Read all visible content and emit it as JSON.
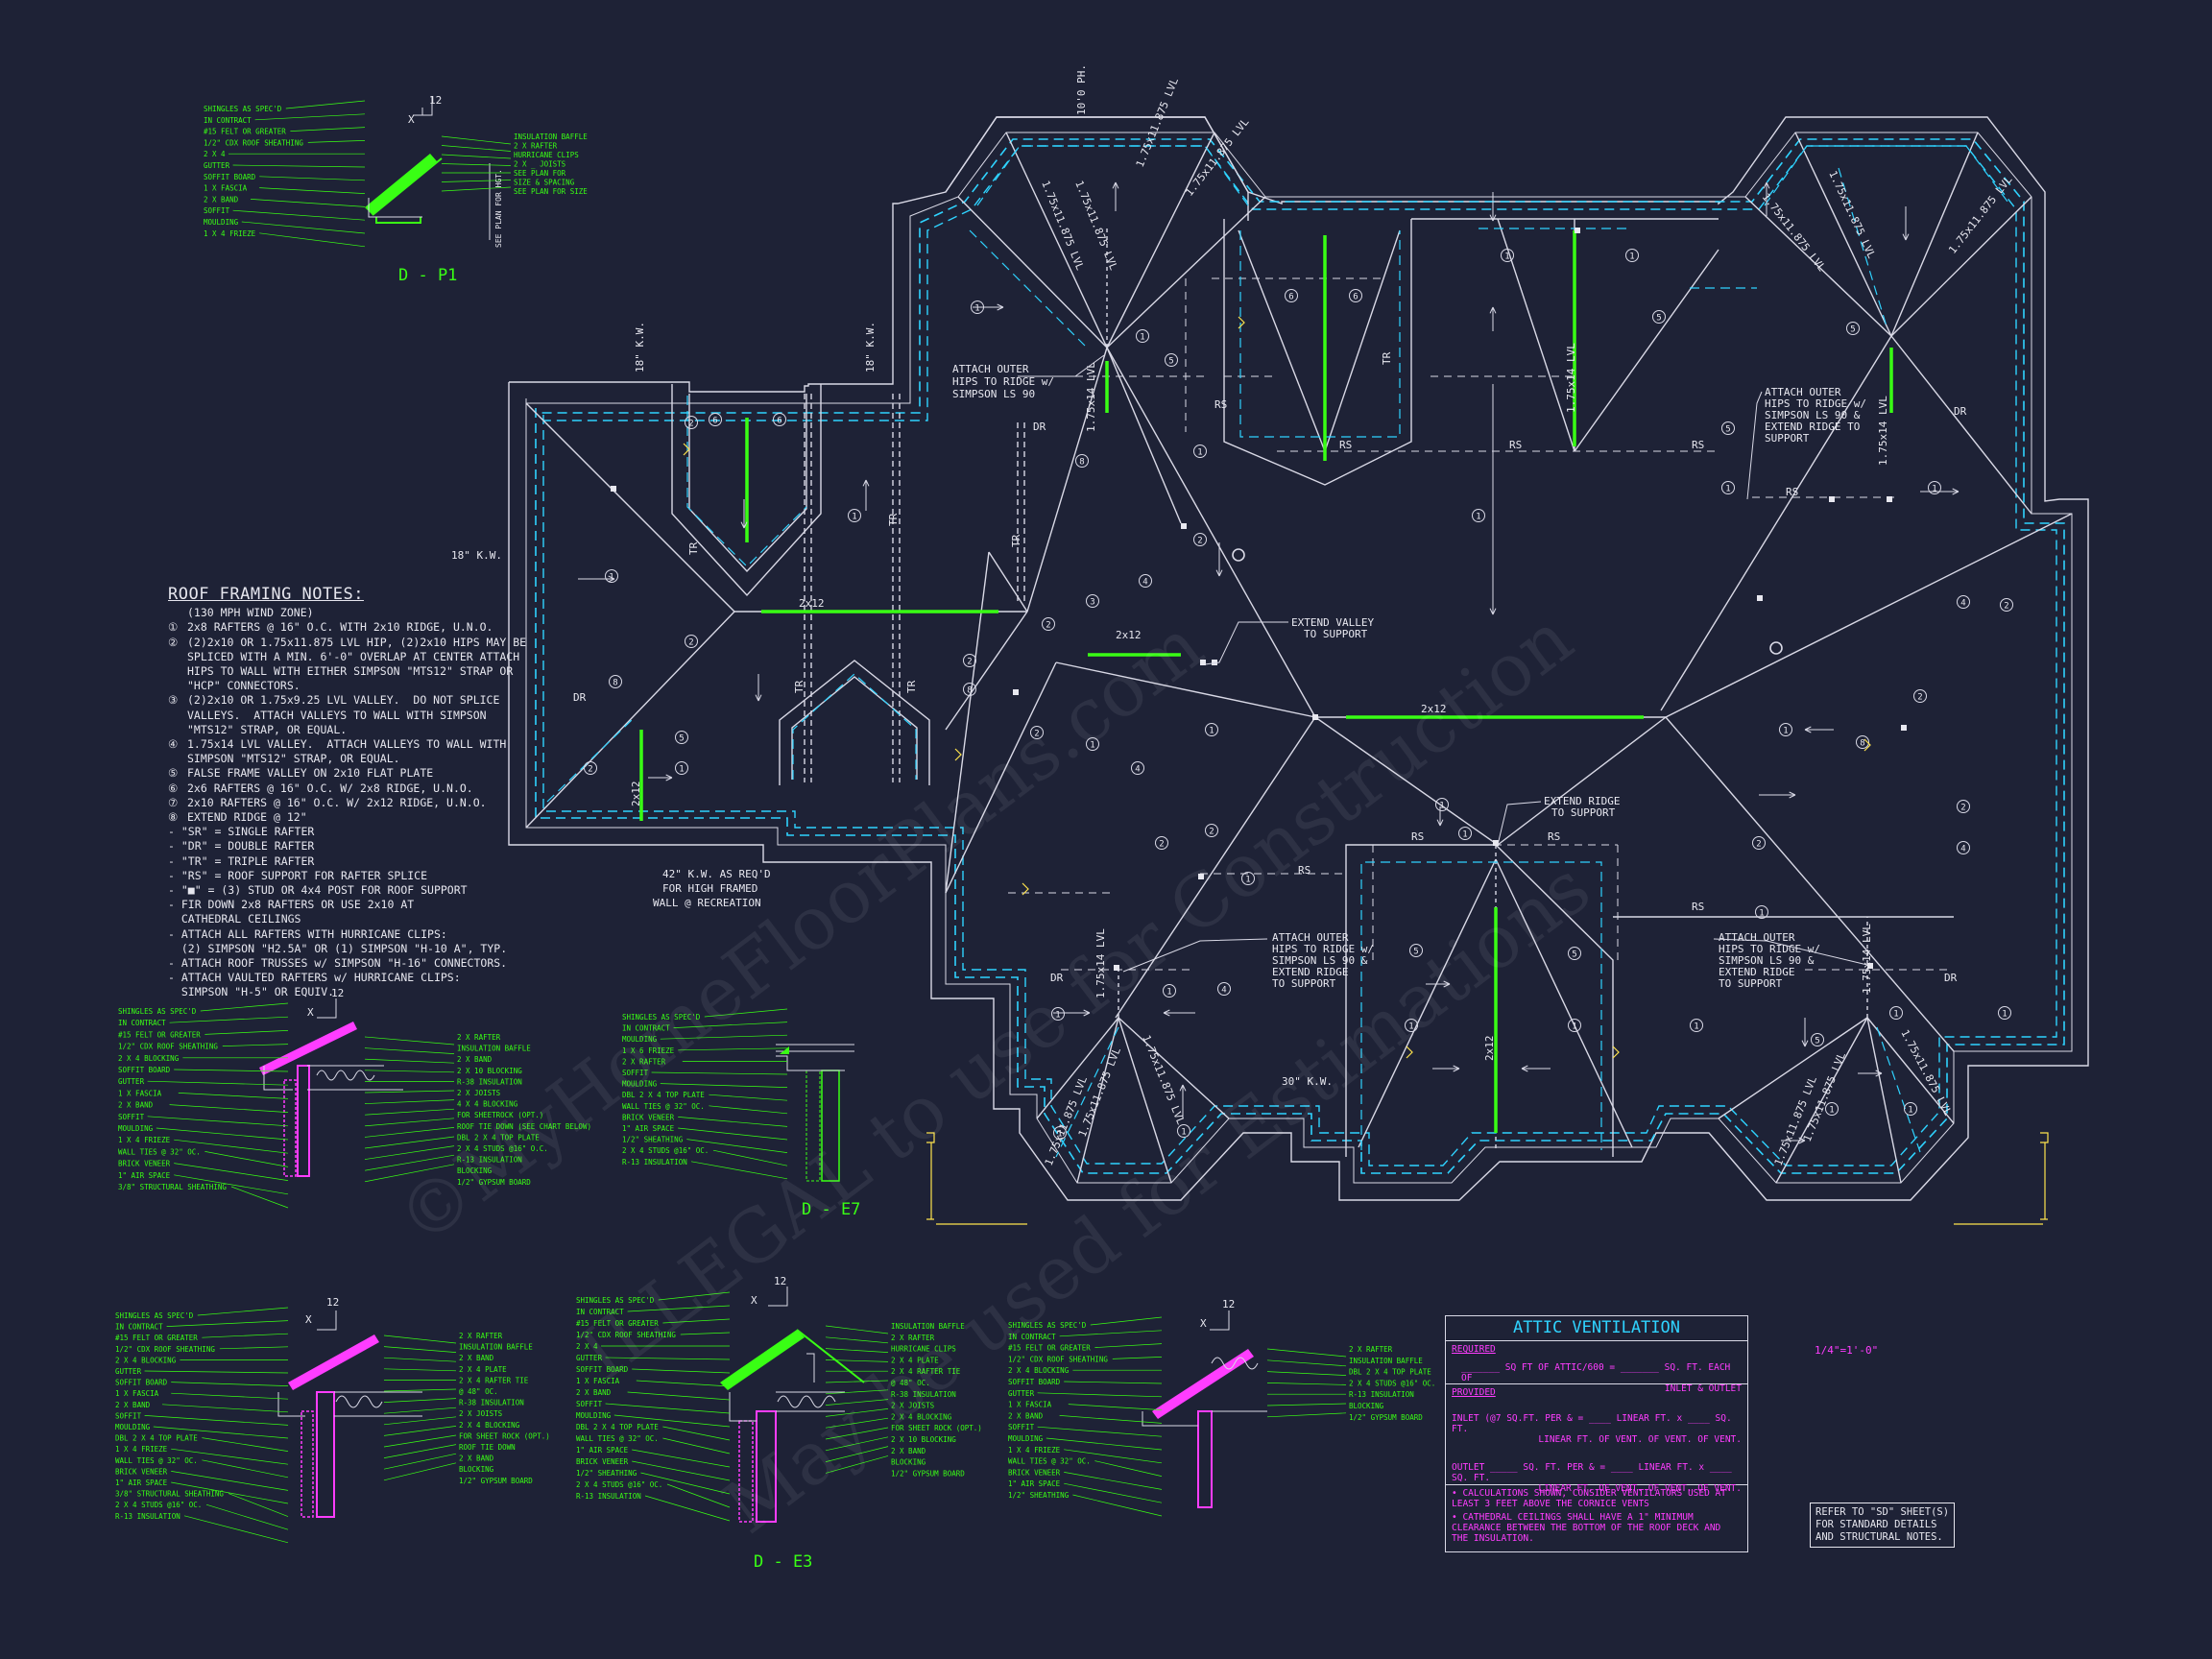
{
  "colors": {
    "background": "#1e2236",
    "line": "#d9d9e6",
    "green": "#39ff14",
    "magenta": "#ff3dff",
    "cyan": "#2fd3ff",
    "yellow": "#ffe44d"
  },
  "roof_notes": {
    "title": "ROOF FRAMING NOTES:",
    "subtitle": "(130 MPH WIND ZONE)",
    "items": [
      {
        "n": "①",
        "t": "2x8 RAFTERS @ 16\" O.C. WITH 2x10 RIDGE, U.N.O."
      },
      {
        "n": "②",
        "t": "(2)2x10 OR 1.75x11.875 LVL HIP, (2)2x10 HIPS MAY BE SPLICED WITH A MIN. 6'-0\" OVERLAP AT CENTER ATTACH HIPS TO WALL WITH EITHER SIMPSON \"MTS12\" STRAP OR \"HCP\" CONNECTORS."
      },
      {
        "n": "③",
        "t": "(2)2x10 OR 1.75x9.25 LVL VALLEY.  DO NOT SPLICE VALLEYS.  ATTACH VALLEYS TO WALL WITH SIMPSON \"MTS12\" STRAP, OR EQUAL."
      },
      {
        "n": "④",
        "t": "1.75x14 LVL VALLEY.  ATTACH VALLEYS TO WALL WITH SIMPSON \"MTS12\" STRAP, OR EQUAL."
      },
      {
        "n": "⑤",
        "t": "FALSE FRAME VALLEY ON 2x10 FLAT PLATE"
      },
      {
        "n": "⑥",
        "t": "2x6 RAFTERS @ 16\" O.C. W/ 2x8 RIDGE, U.N.O."
      },
      {
        "n": "⑦",
        "t": "2x10 RAFTERS @ 16\" O.C. W/ 2x12 RIDGE, U.N.O."
      },
      {
        "n": "⑧",
        "t": "EXTEND RIDGE @ 12\""
      }
    ],
    "bullets": [
      "- \"SR\" = SINGLE RAFTER",
      "- \"DR\" = DOUBLE RAFTER",
      "- \"TR\" = TRIPLE RAFTER",
      "- \"RS\" = ROOF SUPPORT FOR RAFTER SPLICE",
      "- \"■\" = (3) STUD OR 4x4 POST FOR ROOF SUPPORT",
      "- FIR DOWN 2x8 RAFTERS OR USE 2x10 AT\n  CATHEDRAL CEILINGS",
      "- ATTACH ALL RAFTERS WITH HURRICANE CLIPS:\n  (2) SIMPSON \"H2.5A\" OR (1) SIMPSON \"H-10 A\", TYP.",
      "- ATTACH ROOF TRUSSES w/ SIMPSON \"H-16\" CONNECTORS.",
      "- ATTACH VAULTED RAFTERS w/ HURRICANE CLIPS:\n  SIMPSON \"H-5\" OR EQUIV."
    ]
  },
  "plan_labels": {
    "ph": "10'0 PH.",
    "kw18a": "18\" K.W.",
    "kw18b": "18\" K.W.",
    "kw18c": "18\" K.W.",
    "kw30": "30\" K.W.",
    "kw42_1": "42\" K.W. AS REQ'D",
    "kw42_2": "FOR HIGH FRAMED",
    "kw42_3": "WALL @ RECREATION",
    "ridge2x12a": "2x12",
    "ridge2x12b": "2x12",
    "ridge2x12c": "2x12",
    "ridge2x12d": "2x12",
    "ridge2x12e": "2x12",
    "lvl": "1.75x14 LVL",
    "lvl875": "1.75x11.875 LVL",
    "dr": "DR",
    "rs": "RS",
    "tr": "TR",
    "attach1": [
      "ATTACH OUTER",
      "HIPS TO RIDGE w/",
      "SIMPSON LS 90"
    ],
    "attach2": [
      "ATTACH OUTER",
      "HIPS TO RIDGE w/",
      "SIMPSON LS 90 &",
      "EXTEND RIDGE TO",
      "SUPPORT"
    ],
    "attach3": [
      "ATTACH OUTER",
      "HIPS TO RIDGE w/",
      "SIMPSON LS 90 &",
      "EXTEND RIDGE",
      "TO SUPPORT"
    ],
    "attach4": [
      "ATTACH OUTER",
      "HIPS TO RIDGE w/",
      "SIMPSON LS 90 &",
      "EXTEND RIDGE",
      "TO SUPPORT"
    ],
    "ext_valley": [
      "EXTEND VALLEY",
      "TO SUPPORT"
    ],
    "ext_ridge": [
      "EXTEND RIDGE",
      "TO SUPPORT"
    ]
  },
  "details": {
    "dp1": {
      "title": "D - P1",
      "pitch": "12",
      "x": "X",
      "left": [
        "SHINGLES AS SPEC'D",
        "IN CONTRACT",
        "#15 FELT OR GREATER",
        "1/2\" CDX ROOF SHEATHING",
        "2 X 4",
        "GUTTER",
        "SOFFIT BOARD",
        "1 X   FASCIA",
        "2 X   BAND",
        "SOFFIT",
        "MOULDING",
        "1 X 4 FRIEZE"
      ],
      "right": [
        "INSULATION BAFFLE",
        "2 X    RAFTER",
        "HURRICANE CLIPS",
        "2 X _ JOISTS",
        "SEE PLAN FOR",
        "SIZE & SPACING",
        "SEE PLAN FOR SIZE"
      ],
      "vertical": "SEE PLAN FOR HGT."
    },
    "de7": {
      "title": "D - E7",
      "pitch": "12",
      "x": "X",
      "left": [
        "SHINGLES AS SPEC'D",
        "IN CONTRACT",
        "#15 FELT OR GREATER",
        "1/2\" CDX ROOF SHEATHING",
        "2 X 4 BLOCKING",
        "SOFFIT BOARD",
        "GUTTER",
        "1 X    FASCIA",
        "2 X    BAND",
        "SOFFIT",
        "MOULDING",
        "1 X 4 FRIEZE",
        "WALL TIES @ 32\" OC.",
        "BRICK VENEER",
        "1\" AIR SPACE",
        "3/8\" STRUCTURAL SHEATHING"
      ],
      "right": [
        "2 X    RAFTER",
        "INSULATION BAFFLE",
        "2 X    BAND",
        "2 X 10 BLOCKING",
        "R-38 INSULATION",
        "2 X    JOISTS",
        "4 X 4 BLOCKING",
        "FOR SHEETROCK (OPT.)",
        "ROOF TIE DOWN (SEE CHART BELOW)",
        "DBL 2 X 4 TOP PLATE",
        "2 X 4 STUDS @16\" O.C.",
        "R-13 INSULATION",
        "BLOCKING",
        "1/2\" GYPSUM BOARD"
      ]
    },
    "dmid": {
      "left": [
        "SHINGLES AS SPEC'D",
        "IN CONTRACT",
        "MOULDING",
        "1 X 6 FRIEZE",
        "2 X    RAFTER",
        "SOFFIT",
        "MOULDING",
        "DBL 2 X 4 TOP PLATE",
        "WALL TIES @ 32\" OC.",
        "BRICK VENEER",
        "1\" AIR SPACE",
        "1/2\" SHEATHING",
        "2 X 4 STUDS @16\" OC.",
        "R-13 INSULATION"
      ]
    },
    "dleft": {
      "pitch": "12",
      "x": "X",
      "left": [
        "SHINGLES AS SPEC'D",
        "IN CONTRACT",
        "#15 FELT OR GREATER",
        "1/2\" CDX ROOF SHEATHING",
        "2 X 4 BLOCKING",
        "GUTTER",
        "SOFFIT BOARD",
        "1 X   FASCIA",
        "2 X   BAND",
        "SOFFIT",
        "MOULDING",
        "DBL 2 X 4 TOP PLATE",
        "1 X 4 FRIEZE",
        "WALL TIES @ 32\" OC.",
        "BRICK VENEER",
        "1\" AIR SPACE",
        "3/8\" STRUCTURAL SHEATHING",
        "2 X 4 STUDS @16\" OC.",
        "R-13 INSULATION"
      ],
      "right": [
        "2 X    RAFTER",
        "INSULATION BAFFLE",
        "2 X    BAND",
        "2 X 4 PLATE",
        "2 X 4 RAFTER TIE",
        "@ 48\" OC.",
        "R-38 INSULATION",
        "2 X    JOISTS",
        "2 X 4 BLOCKING",
        "FOR SHEET ROCK (OPT.)",
        "ROOF TIE DOWN",
        "2 X    BAND",
        "BLOCKING",
        "1/2\" GYPSUM BOARD"
      ]
    },
    "de3": {
      "title": "D - E3",
      "pitch": "12",
      "x": "X",
      "left": [
        "SHINGLES AS SPEC'D",
        "IN CONTRACT",
        "#15 FELT OR GREATER",
        "1/2\" CDX ROOF SHEATHING",
        "2 X 4",
        "GUTTER",
        "SOFFIT BOARD",
        "1 X    FASCIA",
        "2 X    BAND",
        "SOFFIT",
        "MOULDING",
        "DBL 2 X 4 TOP PLATE",
        "WALL TIES @ 32\" OC.",
        "1\" AIR SPACE",
        "BRICK VENEER",
        "1/2\" SHEATHING",
        "2 X 4 STUDS @16\" OC.",
        "R-13 INSULATION"
      ],
      "right": [
        "INSULATION BAFFLE",
        "2 X     RAFTER",
        "HURRICANE CLIPS",
        "2 X 4 PLATE",
        "2 X 4 RAFTER TIE",
        "@ 48\" OC.",
        "R-38 INSULATION",
        "2 X    JOISTS",
        "2 X 4 BLOCKING",
        "FOR SHEET ROCK (OPT.)",
        "2 X 10 BLOCKING",
        "2 X    BAND",
        "BLOCKING",
        "1/2\" GYPSUM BOARD"
      ]
    },
    "dright": {
      "pitch": "12",
      "x": "X",
      "left": [
        "SHINGLES AS SPEC'D",
        "IN CONTRACT",
        "#15 FELT OR GREATER",
        "1/2\" CDX ROOF SHEATHING",
        "2 X 4 BLOCKING",
        "SOFFIT BOARD",
        "GUTTER",
        "1 X    FASCIA",
        "2 X    BAND",
        "SOFFIT",
        "MOULDING",
        "1 X 4 FRIEZE",
        "WALL TIES @ 32\" OC.",
        "BRICK VENEER",
        "1\" AIR SPACE",
        "1/2\" SHEATHING"
      ],
      "right": [
        "2 X    RAFTER",
        "INSULATION BAFFLE",
        "DBL 2 X 4 TOP PLATE",
        "2 X 4 STUDS @16\" OC.",
        "R-13 INSULATION",
        "BLOCKING",
        "1/2\" GYPSUM BOARD"
      ]
    }
  },
  "attic_ventilation": {
    "title": "ATTIC VENTILATION",
    "required_label": "REQUIRED",
    "required_line1": "_______ SQ FT OF ATTIC/600 = _______ SQ. FT. EACH OF",
    "required_line2": "INLET & OUTLET",
    "provided_label": "PROVIDED",
    "inlet_line1": "INLET (@7 SQ.FT. PER & = ____ LINEAR FT. x ____ SQ. FT.",
    "inlet_line2": "LINEAR FT. OF VENT.      OF VENT.      OF VENT.",
    "outlet_line1": "OUTLET _____ SQ. FT. PER & = ____ LINEAR FT. x ____ SQ. FT.",
    "outlet_line2": "LINEAR FT. OF VENT.   OF VENT.      OF VENT.",
    "note1": "• CALCULATIONS SHOWN, CONSIDER VENTILATORS USED AT LEAST 3 FEET ABOVE THE CORNICE VENTS",
    "note2": "• CATHEDRAL CEILINGS SHALL HAVE A 1\" MINIMUM CLEARANCE BETWEEN THE BOTTOM OF THE ROOF DECK AND THE INSULATION."
  },
  "scale": "1/4\"=1'-0\"",
  "refer_note": [
    "REFER TO \"SD\" SHEET(S)",
    "FOR STANDARD DETAILS",
    "AND STRUCTURAL NOTES."
  ],
  "watermark": [
    "©MyHomeFloorPlans.com",
    "ILLEGAL to use for Construction",
    "May be used for Estimations"
  ]
}
